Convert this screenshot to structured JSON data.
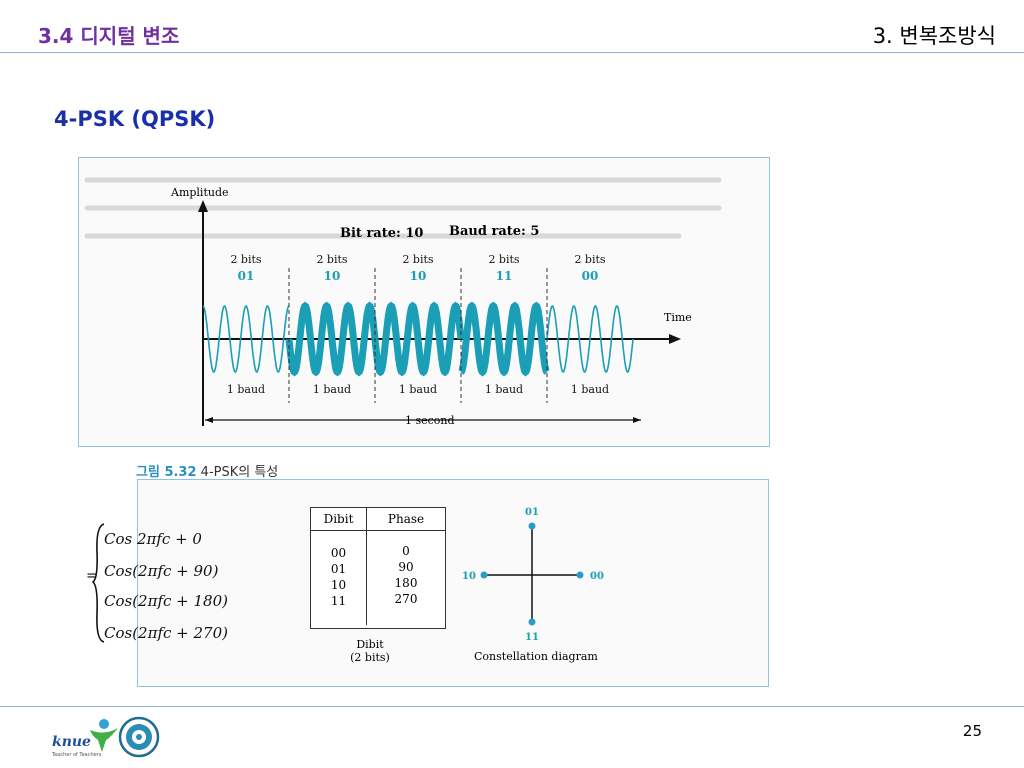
{
  "header": {
    "title": "3.4 디지털 변조",
    "chapter": "3. 변복조방식"
  },
  "section_title": "4-PSK (QPSK)",
  "waveform_figure": {
    "y_axis_label": "Amplitude",
    "x_axis_label": "Time",
    "bit_rate": "Bit rate: 10",
    "baud_rate": "Baud rate: 5",
    "segments": [
      {
        "bits_label": "2 bits",
        "dibit": "01",
        "baud_label": "1 baud"
      },
      {
        "bits_label": "2 bits",
        "dibit": "10",
        "baud_label": "1 baud"
      },
      {
        "bits_label": "2 bits",
        "dibit": "10",
        "baud_label": "1 baud"
      },
      {
        "bits_label": "2 bits",
        "dibit": "11",
        "baud_label": "1 baud"
      },
      {
        "bits_label": "2 bits",
        "dibit": "00",
        "baud_label": "1 baud"
      }
    ],
    "duration_label": "1 second"
  },
  "caption": {
    "figure_number": "그림 5.32",
    "text": "4-PSK의 특성"
  },
  "phase_table": {
    "headers": [
      "Dibit",
      "Phase"
    ],
    "rows": [
      [
        "00",
        "0"
      ],
      [
        "01",
        "90"
      ],
      [
        "10",
        "180"
      ],
      [
        "11",
        "270"
      ]
    ],
    "footer_line1": "Dibit",
    "footer_line2": "(2 bits)"
  },
  "constellation": {
    "top": "01",
    "left": "10",
    "right": "00",
    "bottom": "11",
    "caption": "Constellation diagram"
  },
  "handwritten_notes": {
    "equals": "=",
    "lines": [
      "Cos 2πfc + 0",
      "Cos(2πfc + 90)",
      "Cos(2πfc + 180)",
      "Cos(2πfc + 270)"
    ]
  },
  "footer": {
    "logo_text": "knue",
    "logo_subtext": "Teacher of Teachers",
    "page_number": "25"
  },
  "colors": {
    "title_purple": "#7030a0",
    "section_blue": "#1a2fa8",
    "wave_teal": "#1a9fb6",
    "rule_blue": "#8fb0d8"
  }
}
